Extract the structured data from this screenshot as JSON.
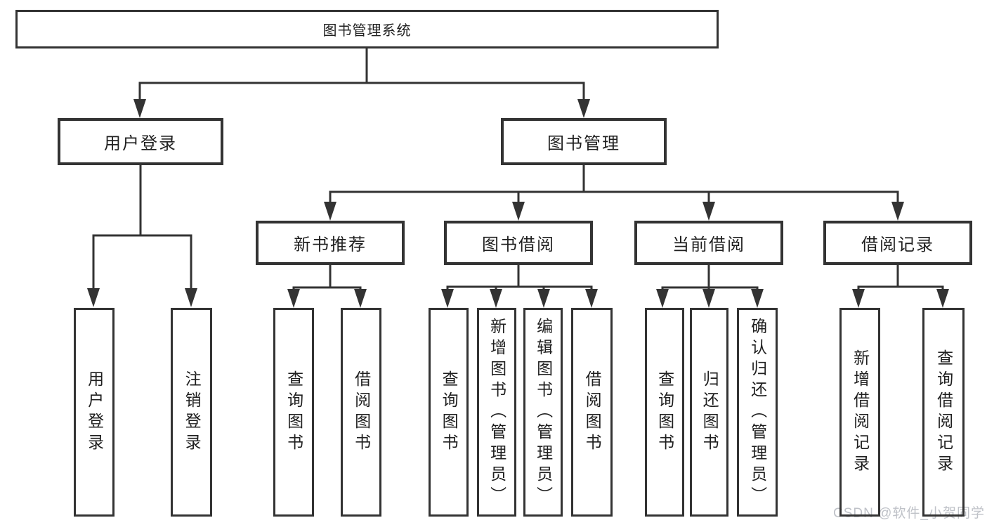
{
  "diagram": {
    "root": "图书管理系统",
    "level2": {
      "user_login": "用户登录",
      "book_management": "图书管理"
    },
    "level3": {
      "new_book_recommend": "新书推荐",
      "book_borrow": "图书借阅",
      "current_borrow": "当前借阅",
      "borrow_record": "借阅记录"
    },
    "level4": {
      "user_login_children": [
        "用户登录",
        "注销登录"
      ],
      "new_book_recommend_children": [
        "查询图书",
        "借阅图书"
      ],
      "book_borrow_children": [
        "查询图书",
        "新增图书（管理员）",
        "编辑图书（管理员）",
        "借阅图书"
      ],
      "current_borrow_children": [
        "查询图书",
        "归还图书",
        "确认归还（管理员）"
      ],
      "borrow_record_children": [
        "新增借阅记录",
        "查询借阅记录"
      ]
    }
  },
  "watermark": "CSDN @软件_小贺同学",
  "colors": {
    "line": "#333333",
    "text": "#1f1f1f",
    "watermark": "#bfc2c8",
    "background": "#ffffff"
  }
}
